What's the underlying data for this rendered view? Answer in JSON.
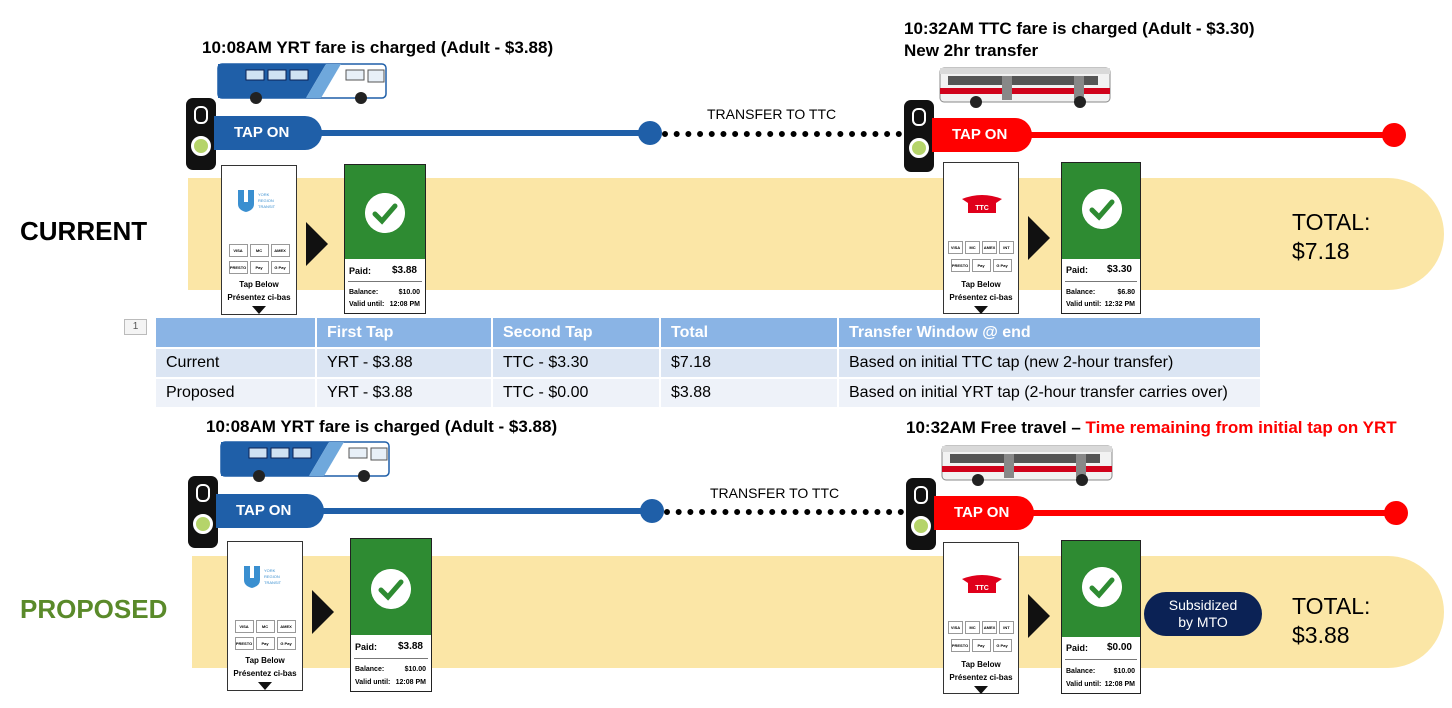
{
  "colors": {
    "yrt_blue": "#1f5fa8",
    "ttc_red": "#ff0000",
    "band_yellow": "#fbe6a6",
    "table_header": "#8ab4e5",
    "receipt_green": "#2e8b32",
    "proposed_green": "#5a8a2a",
    "subsidy_navy": "#0b2255"
  },
  "current": {
    "label": "CURRENT",
    "yrt_caption": "10:08AM YRT fare is charged (Adult - $3.88)",
    "ttc_caption_line1": "10:32AM TTC fare is charged (Adult - $3.30)",
    "ttc_caption_line2": "New 2hr transfer",
    "tap_on_yrt": "TAP ON",
    "tap_on_ttc": "TAP ON",
    "transfer_label": "TRANSFER TO TTC",
    "yrt_receipt": {
      "paid_label": "Paid:",
      "paid": "$3.88",
      "balance_label": "Balance:",
      "balance": "$10.00",
      "valid_label": "Valid until:",
      "valid": "12:08 PM"
    },
    "ttc_receipt": {
      "paid_label": "Paid:",
      "paid": "$3.30",
      "balance_label": "Balance:",
      "balance": "$6.80",
      "valid_label": "Valid until:",
      "valid": "12:32 PM"
    },
    "total_label": "TOTAL:",
    "total_value": "$7.18"
  },
  "proposed": {
    "label": "PROPOSED",
    "yrt_caption": "10:08AM YRT fare is charged (Adult - $3.88)",
    "ttc_caption_prefix": "10:32AM Free travel – ",
    "ttc_caption_highlight": "Time remaining from initial tap on YRT",
    "tap_on_yrt": "TAP ON",
    "tap_on_ttc": "TAP ON",
    "transfer_label": "TRANSFER TO TTC",
    "yrt_receipt": {
      "paid_label": "Paid:",
      "paid": "$3.88",
      "balance_label": "Balance:",
      "balance": "$10.00",
      "valid_label": "Valid until:",
      "valid": "12:08 PM"
    },
    "ttc_receipt": {
      "paid_label": "Paid:",
      "paid": "$0.00",
      "balance_label": "Balance:",
      "balance": "$10.00",
      "valid_label": "Valid until:",
      "valid": "12:08 PM"
    },
    "subsidy_line1": "Subsidized",
    "subsidy_line2": "by MTO",
    "total_label": "TOTAL:",
    "total_value": "$3.88"
  },
  "reader": {
    "yrt_logo_text": "YORK REGION TRANSIT",
    "tap_below": "Tap Below",
    "presentez": "Présentez ci-bas",
    "card_row1": [
      "VISA",
      "MC",
      "AMEX"
    ],
    "card_row1_ttc": [
      "VISA",
      "MC",
      "AMEX",
      "INT"
    ],
    "card_row2": [
      "PRESTO",
      "Pay",
      "G Pay"
    ]
  },
  "table": {
    "row_number": "1",
    "headers": [
      "",
      "First Tap",
      "Second Tap",
      "Total",
      "Transfer Window @ end"
    ],
    "rows": [
      [
        "Current",
        "YRT - $3.88",
        "TTC - $3.30",
        "$7.18",
        "Based on initial TTC tap (new 2-hour transfer)"
      ],
      [
        "Proposed",
        "YRT - $3.88",
        "TTC - $0.00",
        "$3.88",
        "Based on initial YRT tap (2-hour transfer carries over)"
      ]
    ]
  }
}
